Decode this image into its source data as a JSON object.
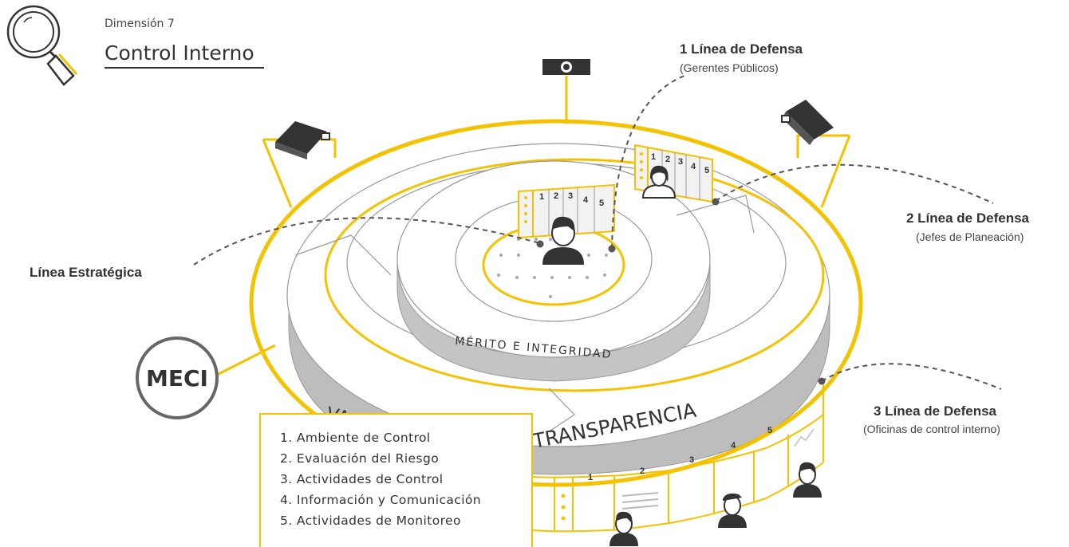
{
  "header": {
    "dimension_label": "Dimensión 7",
    "title": "Control Interno"
  },
  "lines": {
    "strategic": {
      "title": "Línea Estratégica"
    },
    "first": {
      "title": "1 Línea de Defensa",
      "subtitle": "(Gerentes Públicos)"
    },
    "second": {
      "title": "2 Línea de Defensa",
      "subtitle": "(Jefes de Planeación)"
    },
    "third": {
      "title": "3 Línea de Defensa",
      "subtitle": "(Oficinas de control interno)"
    }
  },
  "rings": {
    "inner_band_text": "MÉRITO E INTEGRIDAD",
    "outer_band_text_left": "VA",
    "outer_band_text_right": "TRANSPARENCIA"
  },
  "meci": {
    "label": "MECI"
  },
  "components": [
    "1. Ambiente de Control",
    "2. Evaluación del Riesgo",
    "3. Actividades de Control",
    "4. Información y Comunicación",
    "5. Actividades de Monitoreo"
  ],
  "panel_numbers": [
    "1",
    "2",
    "3",
    "4",
    "5"
  ],
  "colors": {
    "accent": "#f4c200",
    "ring_gray": "#b8b8b8",
    "dark": "#333333"
  }
}
